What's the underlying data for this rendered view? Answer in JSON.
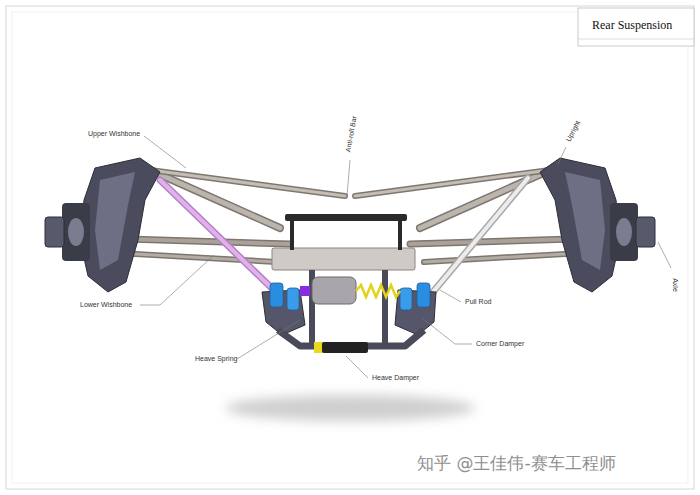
{
  "diagram": {
    "title": "Rear Suspension",
    "labels": [
      "Upper Wishbone",
      "Anti-roll Bar",
      "Upright",
      "Axle",
      "Lower Wishbone",
      "Pull Rod",
      "Corner Damper",
      "Heave Spring",
      "Heave Damper",
      "知乎 @王佳伟-赛车工程师"
    ]
  }
}
